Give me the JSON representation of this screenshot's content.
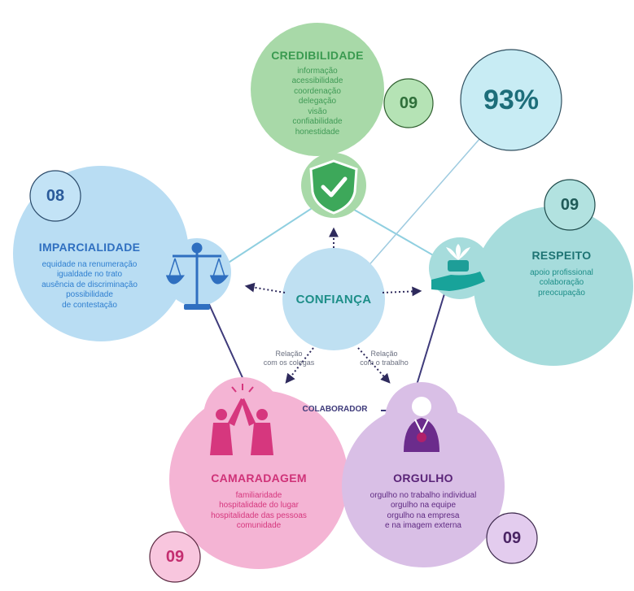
{
  "center": {
    "label": "CONFIANÇA"
  },
  "overall_score": "93%",
  "collaborator_label": "COLABORADOR",
  "relations": {
    "colleagues": [
      "Relação",
      "com os colegas"
    ],
    "work": [
      "Relação",
      "com o trabalho"
    ]
  },
  "dimensions": {
    "credibilidade": {
      "title": "CREDIBILIDADE",
      "score": "09",
      "items": [
        "informação",
        "acessibilidade",
        "coordenação",
        "delegação",
        "visão",
        "confiabilidade",
        "honestidade"
      ],
      "color": "#43a85a"
    },
    "imparcialidade": {
      "title": "IMPARCIALIDADE",
      "score": "08",
      "items": [
        "equidade na renumeração",
        "igualdade no trato",
        "ausência de discriminação",
        "possibilidade",
        "de contestação"
      ],
      "color": "#2f7fd0"
    },
    "respeito": {
      "title": "RESPEITO",
      "score": "09",
      "items": [
        "apoio profissional",
        "colaboração",
        "preocupação"
      ],
      "color": "#1e7e7c"
    },
    "camaradagem": {
      "title": "CAMARADAGEM",
      "score": "09",
      "items": [
        "familiaridade",
        "hospitalidade do lugar",
        "hospitalidade das pessoas",
        "comunidade"
      ],
      "color": "#d6377e"
    },
    "orgulho": {
      "title": "ORGULHO",
      "score": "09",
      "items": [
        "orgulho no trabalho individual",
        "orgulho na equipe",
        "orgulho na empresa",
        "e na imagem externa"
      ],
      "color": "#6b2c8c"
    }
  },
  "colors": {
    "credibilidade_bg": "#a8d9a8",
    "imparcialidade_bg": "#b9ddf3",
    "respeito_bg": "#a6dcdc",
    "camaradagem_bg": "#f4b4d4",
    "orgulho_bg": "#d9bfe6",
    "center_bg": "#bfe0f2",
    "arrow": "#2e2a5c"
  }
}
